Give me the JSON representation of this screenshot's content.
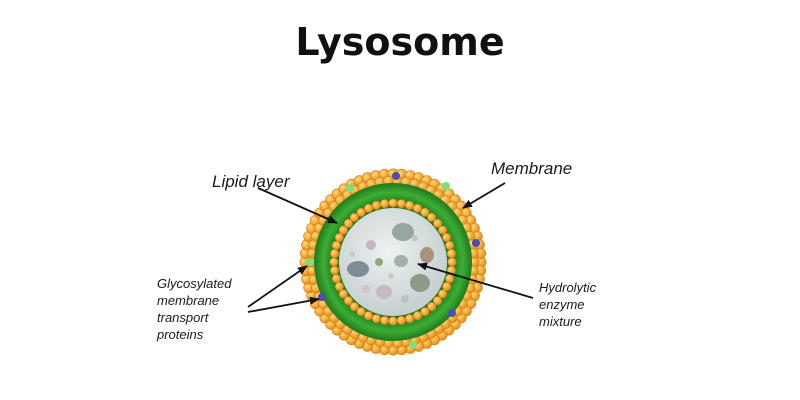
{
  "diagram": {
    "title": "Lysosome",
    "labels": {
      "lipid_layer": "Lipid layer",
      "membrane": "Membrane",
      "glycosylated": [
        "Glycosylated",
        "membrane",
        "transport",
        "proteins"
      ],
      "hydrolytic": [
        "Hydrolytic",
        "enzyme",
        "mixture"
      ]
    },
    "colors": {
      "outer_layer": "#f4a52c",
      "bead_highlight": "#ffd36a",
      "green_band": "#2e9a2a",
      "green_dark": "#1b6e1c",
      "inner_bead": "#f2b238",
      "lumen": "#cfd8d8",
      "protein_blue": "#4a4fb0",
      "protein_green": "#7fe07a",
      "arrow": "#111111"
    },
    "icons": [
      "lysosome-organelle-illustration",
      "arrow-pointer"
    ]
  }
}
